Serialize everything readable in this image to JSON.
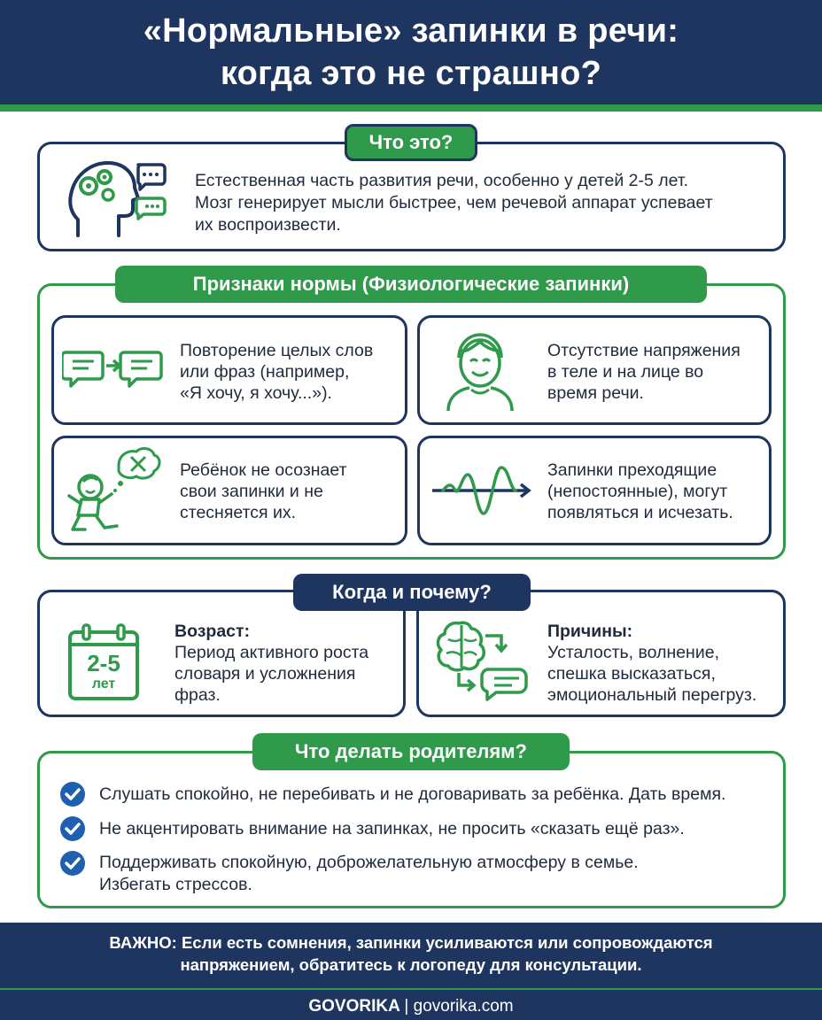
{
  "header": {
    "title_line1": "«Нормальные» запинки в речи:",
    "title_line2": "когда это не страшно?"
  },
  "what": {
    "pill": "Что это?",
    "line1": "Естественная часть развития речи, особенно у детей 2-5 лет.",
    "line2": "Мозг генерирует мысли быстрее, чем речевой аппарат успевает",
    "line3": "их воспроизвести."
  },
  "signs": {
    "pill": "Признаки нормы (Физиологические запинки)",
    "items": [
      {
        "line1": "Повторение целых слов",
        "line2": "или фраз (например,",
        "line3": "«Я хочу, я хочу...»)."
      },
      {
        "line1": "Отсутствие напряжения",
        "line2": "в теле и на лице во",
        "line3": "время речи."
      },
      {
        "line1": "Ребёнок не осознает",
        "line2": "свои запинки и не",
        "line3": "стесняется их."
      },
      {
        "line1": "Запинки преходящие",
        "line2": "(непостоянные), могут",
        "line3": "появляться и исчезать."
      }
    ]
  },
  "when": {
    "pill": "Когда и почему?",
    "age": {
      "heading": "Возраст:",
      "line1": "Период активного роста",
      "line2": "словаря и усложнения",
      "line3": "фраз.",
      "icon_big": "2-5",
      "icon_small": "лет"
    },
    "causes": {
      "heading": "Причины:",
      "line1": "Усталость, волнение,",
      "line2": "спешка высказаться,",
      "line3": "эмоциональный перегруз."
    }
  },
  "parents": {
    "pill": "Что делать родителям?",
    "items": [
      {
        "line1": "Слушать спокойно, не перебивать и не договаривать за ребёнка. Дать время."
      },
      {
        "line1": "Не акцентировать внимание на запинках, не просить «сказать ещё раз»."
      },
      {
        "line1": "Поддерживать спокойную, доброжелательную атмосферу в семье.",
        "line2": "Избегать стрессов."
      }
    ]
  },
  "footer": {
    "important_label": "ВАЖНО:",
    "important_line1": "Если есть сомнения, запинки усиливаются или сопровождаются",
    "important_line2": "напряжением, обратитесь к логопеду для консультации.",
    "brand": "GOVORIKA",
    "separator": "|",
    "site": "govorika.com"
  },
  "colors": {
    "navy": "#1e3560",
    "green": "#2e9a4a",
    "check_blue": "#1e5fb0"
  },
  "icons": [
    "head-gears-icon",
    "speech-bubbles-icon",
    "bubble-arrow-icon",
    "calm-face-icon",
    "playing-child-icon",
    "wave-arrow-icon",
    "calendar-icon",
    "brain-chat-icon",
    "check-icon"
  ]
}
